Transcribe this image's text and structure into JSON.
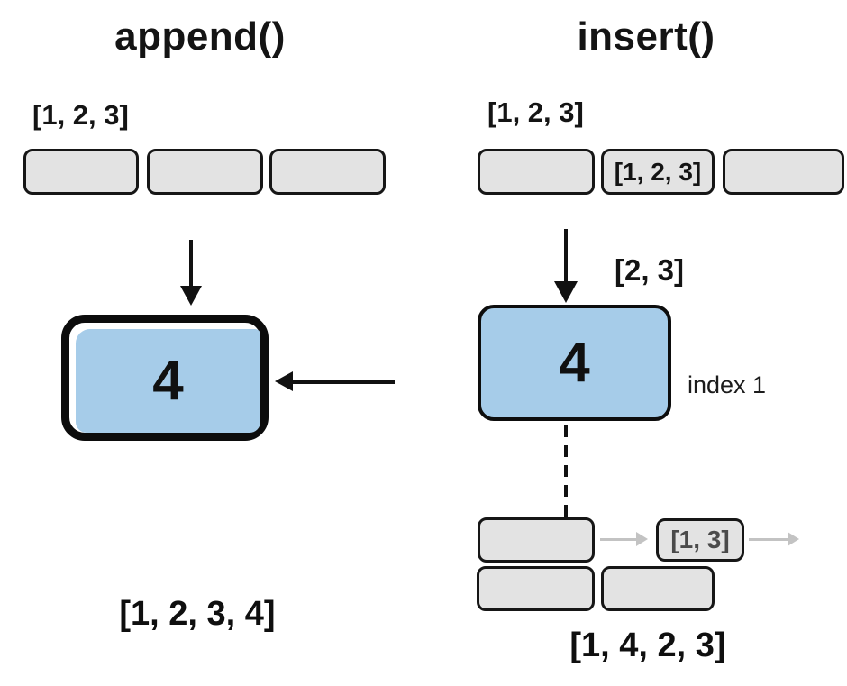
{
  "append": {
    "title": "append()",
    "input_label": "[1, 2, 3]",
    "value": "4",
    "result_label": "[1, 2, 3, 4]"
  },
  "insert": {
    "title": "insert()",
    "input_label": "[1, 2, 3]",
    "middle_cell_value": "[1, 2, 3]",
    "tail_label": "[2, 3]",
    "value": "4",
    "index_label": "index 1",
    "shifted_cell_value": "[1, 3]",
    "result_label": "[1, 4, 2, 3]"
  },
  "colors": {
    "background": "#ffffff",
    "cell_fill": "#e3e3e3",
    "outline": "#141414",
    "highlight_fill": "#a6cce9",
    "gray_arrow": "#c3c3c3",
    "muted_text": "#4a4a4a"
  }
}
